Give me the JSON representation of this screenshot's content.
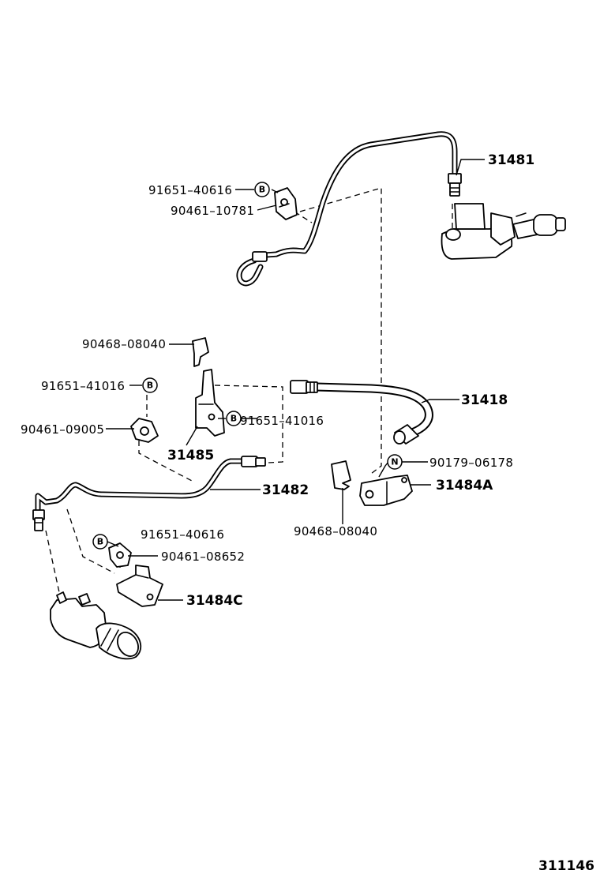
{
  "parts": {
    "p31481": "31481",
    "p91651_40616_top": "91651–40616",
    "p90461_10781": "90461–10781",
    "p90468_08040_top": "90468–08040",
    "p91651_41016_left": "91651–41016",
    "p90461_09005": "90461–09005",
    "p91651_41016_mid": "91651–41016",
    "p31485": "31485",
    "p31418": "31418",
    "p90179_06178": "90179–06178",
    "p31484A": "31484A",
    "p31482": "31482",
    "p90468_08040_bottom": "90468–08040",
    "p91651_40616_bottom": "91651–40616",
    "p90461_08652": "90461–08652",
    "p31484C": "31484C"
  },
  "markers": {
    "bolt": "B",
    "nut": "N"
  },
  "illustration_number": "311146"
}
